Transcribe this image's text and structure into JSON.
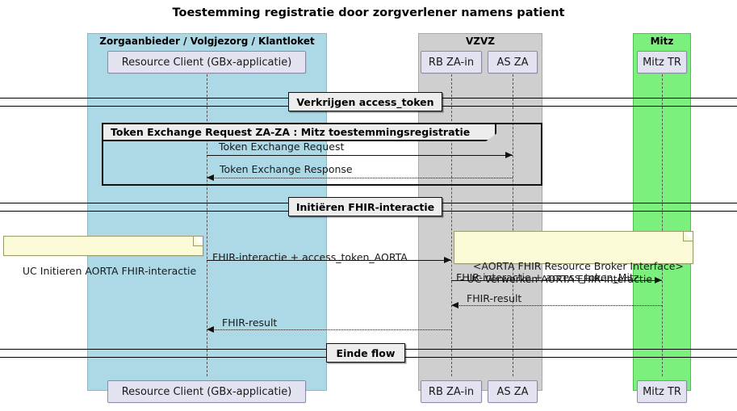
{
  "diagram": {
    "type": "uml-sequence",
    "title": "Toestemming registratie door zorgverlener namens patient",
    "groups": [
      {
        "id": "zorgaanbieder",
        "label": "Zorgaanbieder / Volgjezorg / Klantloket",
        "color": "#ADD8E6"
      },
      {
        "id": "vzvz",
        "label": "VZVZ",
        "color": "#CFCFCF"
      },
      {
        "id": "mitz",
        "label": "Mitz",
        "color": "#7CF07C"
      }
    ],
    "participants": [
      {
        "id": "rc",
        "label": "Resource Client (GBx-applicatie)",
        "group": "zorgaanbieder"
      },
      {
        "id": "rbzain",
        "label": "RB ZA-in",
        "group": "vzvz"
      },
      {
        "id": "asza",
        "label": "AS ZA",
        "group": "vzvz"
      },
      {
        "id": "mitztr",
        "label": "Mitz TR",
        "group": "mitz"
      }
    ],
    "dividers": [
      {
        "id": "d1",
        "label": "Verkrijgen access_token"
      },
      {
        "id": "d2",
        "label": "Initiëren FHIR-interactie"
      },
      {
        "id": "d3",
        "label": "Einde flow"
      }
    ],
    "fragments": [
      {
        "id": "f1",
        "label": "Token Exchange Request ZA-ZA : Mitz toestemmingsregistratie"
      }
    ],
    "messages": [
      {
        "id": "m1",
        "label": "Token Exchange Request",
        "from": "rc",
        "to": "asza",
        "style": "solid"
      },
      {
        "id": "m2",
        "label": "Token Exchange Response",
        "from": "asza",
        "to": "rc",
        "style": "dashed"
      },
      {
        "id": "m3",
        "label": "FHIR-interactie + access_token_AORTA",
        "from": "rc",
        "to": "rbzain",
        "style": "solid"
      },
      {
        "id": "m4",
        "label": "FHIR-interactie + access_token_Mitz",
        "from": "rbzain",
        "to": "mitztr",
        "style": "solid"
      },
      {
        "id": "m5",
        "label": "FHIR-result",
        "from": "mitztr",
        "to": "rbzain",
        "style": "dashed"
      },
      {
        "id": "m6",
        "label": "FHIR-result",
        "from": "rbzain",
        "to": "rc",
        "style": "dashed"
      }
    ],
    "notes": [
      {
        "id": "n1",
        "text": "UC Initieren AORTA FHIR-interactie",
        "anchor": "rc"
      },
      {
        "id": "n2",
        "text": "<AORTA FHIR Resource Broker Interface>\n- UC Verwerken AORTA FHIR-interactie",
        "anchor": "rbzain"
      }
    ],
    "colors": {
      "note_fill": "#FBFBD8",
      "participant_fill": "#E2E2F0",
      "divider_fill": "#EDEDED",
      "line": "#111111"
    }
  }
}
